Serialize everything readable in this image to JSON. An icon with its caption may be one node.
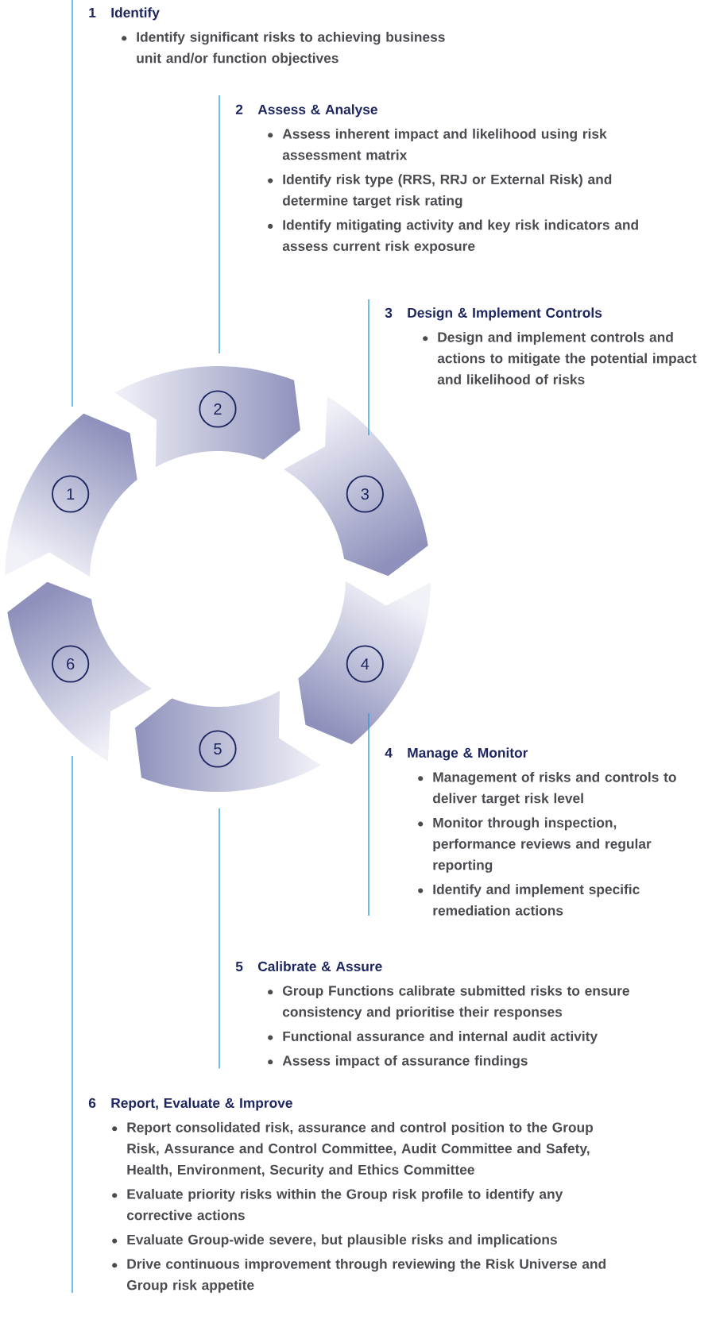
{
  "diagram": {
    "nodes": [
      {
        "text": [
          "1",
          "Identify",
          "Identify significant risks to achieving business unit and/or function objectives"
        ]
      },
      {
        "text": [
          "2",
          "Assess & Analyse",
          "Assess inherent impact and likelihood using risk assessment matrix",
          "Identify risk type (RRS, RRJ or External Risk) and determine target risk rating",
          "Identify mitigating activity and key risk indicators and assess current risk exposure"
        ]
      },
      {
        "text": [
          "3",
          "Design & Implement Controls",
          "Design and implement controls and actions to mitigate the potential impact and likelihood of risks"
        ]
      },
      {
        "text": [
          "4",
          "Manage & Monitor",
          "Management of risks and controls to deliver target risk level",
          "Monitor through inspection, performance reviews and regular reporting",
          "Identify and implement specific remediation actions"
        ]
      },
      {
        "text": [
          "5",
          "Calibrate & Assure",
          "Group Functions calibrate submitted risks to ensure consistency and prioritise their responses",
          "Functional assurance and internal audit activity",
          "Assess impact of assurance findings"
        ]
      },
      {
        "text": [
          "6",
          "Report, Evaluate & Improve",
          "Report consolidated risk, assurance and control position to the Group Risk, Assurance and Control Committee, Audit Committee and Safety, Health, Environment, Security and Ethics Committee",
          "Evaluate priority risks within the Group risk profile to identify any corrective actions",
          "Evaluate Group-wide severe, but plausible risks and implications",
          "Drive continuous improvement through reviewing the Risk Universe and Group risk appetite"
        ]
      },
      {
        "text": [
          "1"
        ]
      },
      {
        "text": [
          "2"
        ]
      },
      {
        "text": [
          "3"
        ]
      },
      {
        "text": [
          "4"
        ]
      },
      {
        "text": [
          "5"
        ]
      },
      {
        "text": [
          "6"
        ]
      }
    ],
    "edges": [
      {
        "from": 0,
        "to": 6,
        "arrow": "none"
      },
      {
        "from": 1,
        "to": 7,
        "arrow": "none"
      },
      {
        "from": 2,
        "to": 8,
        "arrow": "none"
      },
      {
        "from": 3,
        "to": 9,
        "arrow": "none"
      },
      {
        "from": 4,
        "to": 10,
        "arrow": "none"
      },
      {
        "from": 5,
        "to": 11,
        "arrow": "none"
      }
    ]
  }
}
